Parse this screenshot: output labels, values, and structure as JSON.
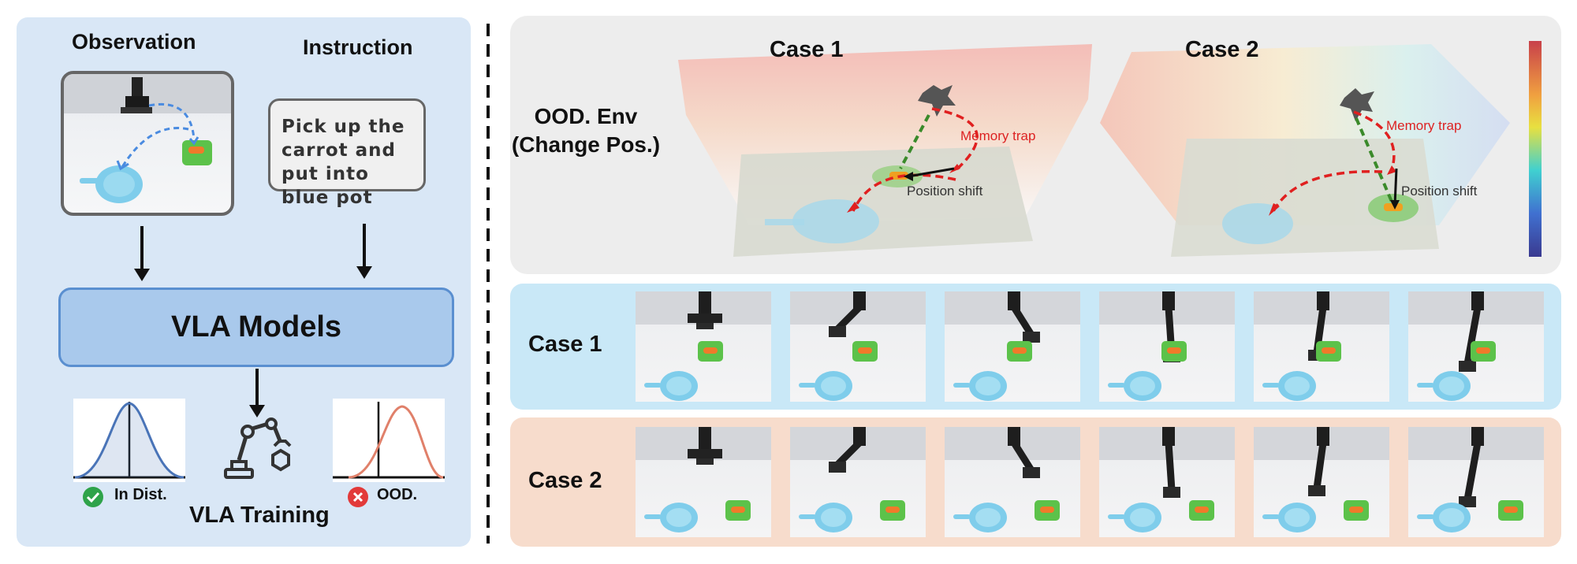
{
  "left": {
    "observation_label": "Observation",
    "instruction_label": "Instruction",
    "instruction_text": "Pick up the carrot and put into blue pot",
    "model_label": "VLA Models",
    "training_label": "VLA Training",
    "in_dist_label": "In Dist.",
    "ood_label": "OOD."
  },
  "right": {
    "env_label_line1": "OOD. Env",
    "env_label_line2": "(Change Pos.)",
    "case1_title": "Case 1",
    "case2_title": "Case 2",
    "memory_trap_label": "Memory trap",
    "position_shift_label": "Position shift",
    "row1_label": "Case 1",
    "row2_label": "Case 2"
  },
  "colors": {
    "left_panel_bg": "#d9e7f6",
    "model_box": "#a9c9ec",
    "in_dist_curve": "#4a74b8",
    "ood_curve": "#e0806a",
    "memory_trap_arrow": "#e02020",
    "position_shift_arrow": "#111111",
    "case1_bg": "#c9e8f7",
    "case2_bg": "#f7dccc"
  }
}
